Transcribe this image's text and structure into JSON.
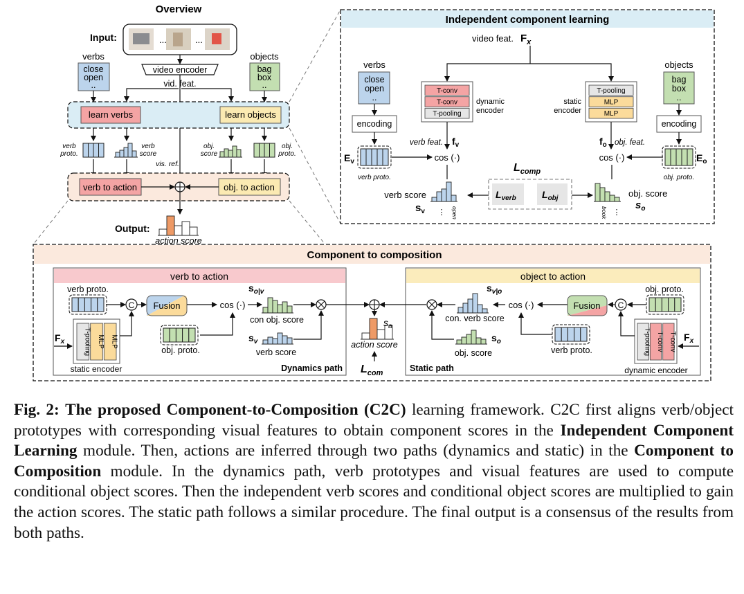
{
  "overview": {
    "title": "Overview",
    "input_label": "Input:",
    "ellipsis": "...",
    "video_encoder": "video encoder",
    "vid_feat": "vid. feat.",
    "verbs_title": "verbs",
    "verbs_items": [
      "close",
      "open",
      ".."
    ],
    "objects_title": "objects",
    "objects_items": [
      "bag",
      "box",
      ".."
    ],
    "learn_verbs": "learn verbs",
    "learn_objects": "learn objects",
    "verb_proto": [
      "verb",
      "proto."
    ],
    "verb_score": [
      "verb",
      "score"
    ],
    "obj_score": [
      "obj.",
      "score"
    ],
    "obj_proto": [
      "obj.",
      "proto."
    ],
    "vis_ref": "vis. ref.",
    "verb_to_action": "verb to action",
    "obj_to_action": "obj. to action",
    "output_label": "Output:",
    "action_score": "action score"
  },
  "icl": {
    "title": "Independent component learning",
    "video_feat": "video feat.",
    "Fx": "F",
    "Fx_sub": "x",
    "verbs_title": "verbs",
    "verbs_items": [
      "close",
      "open",
      ".."
    ],
    "objects_title": "objects",
    "objects_items": [
      "bag",
      "box",
      ".."
    ],
    "encoding": "encoding",
    "dynamic_layers": [
      "T-conv",
      "T-conv",
      "T-pooling"
    ],
    "dynamic_label": [
      "dynamic",
      "encoder"
    ],
    "static_layers": [
      "T-pooling",
      "MLP",
      "MLP"
    ],
    "static_label": [
      "static",
      "encoder"
    ],
    "verb_feat": "verb feat.",
    "obj_feat": "obj. feat.",
    "fv": "f",
    "fv_sub": "v",
    "fo": "f",
    "fo_sub": "o",
    "Ev": "E",
    "Ev_sub": "v",
    "Eo": "E",
    "Eo_sub": "o",
    "cos": "cos (·)",
    "verb_proto": "verb proto.",
    "obj_proto": "obj. proto.",
    "L_comp": "L",
    "L_comp_sub": "comp",
    "L_verb": "L",
    "L_verb_sub": "verb",
    "L_obj": "L",
    "L_obj_sub": "obj",
    "verb_score": "verb score",
    "obj_score": "obj. score",
    "sv": "s",
    "sv_sub": "v",
    "so": "s",
    "so_sub": "o",
    "open_tick": "open",
    "book_tick": "book",
    "dots": "⋮"
  },
  "c2c": {
    "title": "Component to composition",
    "verb_path_title": "verb to action",
    "obj_path_title": "object to action",
    "verb_proto": "verb proto.",
    "obj_proto": "obj. proto.",
    "fusion": "Fusion",
    "concat": "C",
    "cos": "cos (·)",
    "s_o_given_v": "s",
    "s_o_given_v_sub": "o|v",
    "s_v_given_o": "s",
    "s_v_given_o_sub": "v|o",
    "con_obj_score": "con obj. score",
    "con_verb_score": "con. verb score",
    "sv": "s",
    "sv_sub": "v",
    "so": "s",
    "so_sub": "o",
    "verb_score": "verb score",
    "obj_score": "obj. score",
    "sa": "s",
    "sa_sub": "a",
    "action_score": "action score",
    "L_com": "L",
    "L_com_sub": "com",
    "Fx": "F",
    "Fx_sub": "x",
    "static_encoder_layers": [
      "T-pooling",
      "MLP",
      "MLP"
    ],
    "static_encoder": "static encoder",
    "dynamic_encoder_layers": [
      "T-pooling",
      "T-conv",
      "T-conv"
    ],
    "dynamic_encoder": "dynamic encoder",
    "dynamics_path": "Dynamics path",
    "static_path": "Static path"
  },
  "caption": {
    "label": "Fig. 2:",
    "bold_title": "The proposed Component-to-Composition (C2C)",
    "t1": " learning framework. C2C first aligns verb/object prototypes with corresponding visual features to obtain component scores in the ",
    "b1": "Independent Component Learning",
    "t2": " module. Then, actions are inferred through two paths (dynamics and static) in the ",
    "b2": "Component to Composition",
    "t3": " module. In the dynamics path, verb prototypes and visual features are used to compute conditional object scores. Then the independent verb scores and conditional object scores are multiplied to gain the action scores. The static path follows a similar procedure. The final output is a consensus of the results from both paths."
  },
  "colors": {
    "verb_blue": "#bcd4ec",
    "obj_green": "#c3dfb1",
    "learn_red": "#f4a4a4",
    "learn_yellow": "#fbeab2",
    "icl_header": "#daedf5",
    "c2c_header": "#fbe9dd",
    "verb_header": "#f8c9cd",
    "obj_header": "#fbecbc",
    "action_orange": "#ee9a66",
    "tconv_red": "#f4a4a4",
    "mlp_yellow": "#fbdb9b",
    "tpool_gray": "#e6e6e6"
  }
}
